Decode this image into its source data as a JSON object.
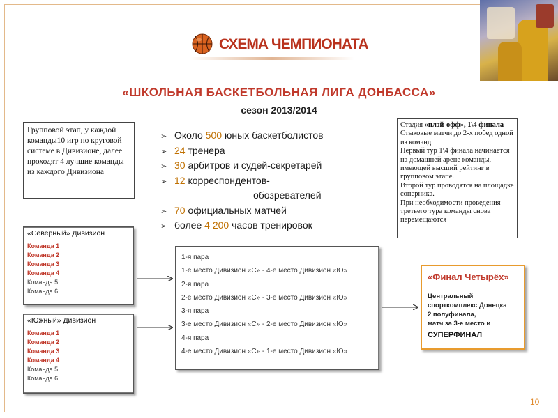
{
  "header": {
    "section_title": "СХЕМА ЧЕМПИОНАТА",
    "league_title": "«ШКОЛЬНАЯ  БАСКЕТБОЛЬНАЯ  ЛИГА ДОНБАССА»",
    "season": "сезон 2013/2014"
  },
  "group_stage": {
    "text": "Групповой этап, у каждой команды10 игр по круговой системе в Дивизионе, далее проходят  4 лучшие команды из каждого Дивизиона"
  },
  "stats": [
    {
      "prefix": "Около ",
      "num": "500",
      "suffix": " юных баскетболистов",
      "cont": ""
    },
    {
      "prefix": "",
      "num": "24",
      "suffix": " тренера",
      "cont": ""
    },
    {
      "prefix": "",
      "num": "30",
      "suffix": " арбитров и судей-секретарей",
      "cont": ""
    },
    {
      "prefix": "",
      "num": "12",
      "suffix": " корреспондентов-",
      "cont": "обозревателей"
    },
    {
      "prefix": "",
      "num": "70",
      "suffix": " официальных матчей",
      "cont": ""
    },
    {
      "prefix": "более ",
      "num": "4 200",
      "suffix": " часов тренировок",
      "cont": ""
    }
  ],
  "playoff": {
    "title_prefix": "Стадия ",
    "title_bold": "«плэй-офф», 1\\4 финала",
    "paragraphs": [
      "Стыковые матчи до 2-х побед одной из команд.",
      "Первый тур 1\\4 финала начинается на домашней арене команды, имеющей  высший рейтинг в групповом этапе.",
      "Второй тур проводятся на площадке соперника.",
      "При необходимости  проведения третьего тура команды снова перемещаются"
    ]
  },
  "divisions": [
    {
      "title": "«Северный» Дивизион",
      "teams": [
        "Команда 1",
        "Команда 2",
        "Команда 3",
        "Команда 4",
        "Команда 5",
        "Команда 6"
      ]
    },
    {
      "title": "«Южный» Дивизион",
      "teams": [
        "Команда 1",
        "Команда 2",
        "Команда 3",
        "Команда 4",
        "Команда 5",
        "Команда 6"
      ]
    }
  ],
  "pairs": [
    {
      "title": "1-я пара",
      "text": "1-е место Дивизион «С» - 4-е место Дивизион «Ю»"
    },
    {
      "title": "2-я пара",
      "text": "2-е место Дивизион «С» - 3-е место Дивизион «Ю»"
    },
    {
      "title": "3-я пара",
      "text": "3-е место Дивизион «С» - 2-е место Дивизион «Ю»"
    },
    {
      "title": "4-я пара",
      "text": "4-е место Дивизион «С» - 1-е место Дивизион «Ю»"
    }
  ],
  "final_four": {
    "title": "«Финал Четырёх»",
    "lines": [
      "Центральный",
      "спорткомплекс  Донецка",
      "2 полуфинала,",
      "матч за 3-е место и"
    ],
    "superfinal": "СУПЕРФИНАЛ"
  },
  "page_number": "10",
  "colors": {
    "accent_red": "#c0392b",
    "orange": "#e89b2e",
    "number_highlight": "#c07000"
  },
  "icons": {
    "title_icon": "basketball-icon",
    "list_bullet": "arrow-bullet-icon"
  }
}
